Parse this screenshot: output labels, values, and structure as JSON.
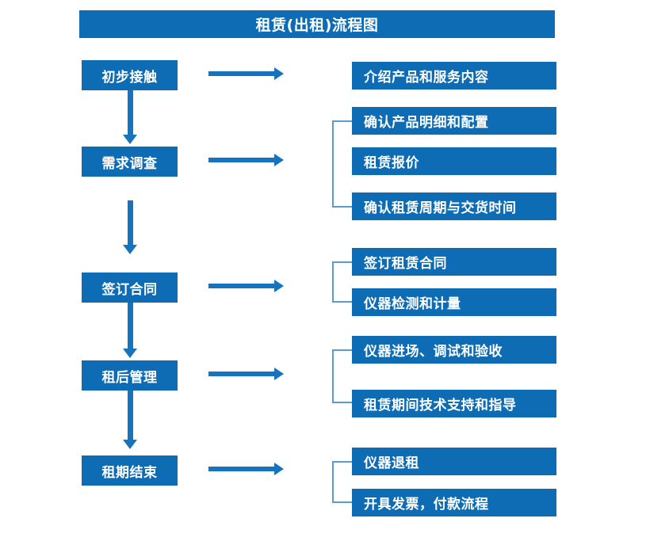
{
  "diagram": {
    "title": "租赁(出租)流程图",
    "accent_color": "#0e6cb4",
    "arrow_color": "#1574bd",
    "bracket_color": "#5b9bd0",
    "text_color": "#ffffff",
    "background_color": "#ffffff",
    "stages": [
      {
        "label": "初步接触",
        "details": [
          "介绍产品和服务内容"
        ]
      },
      {
        "label": "需求调查",
        "details": [
          "确认产品明细和配置",
          "租赁报价",
          "确认租赁周期与交货时间"
        ]
      },
      {
        "label": "签订合同",
        "details": [
          "签订租赁合同",
          "仪器检测和计量"
        ]
      },
      {
        "label": "租后管理",
        "details": [
          "仪器进场、调试和验收",
          "租赁期间技术支持和指导"
        ]
      },
      {
        "label": "租期结束",
        "details": [
          "仪器退租",
          "开具发票，付款流程"
        ]
      }
    ],
    "details_flat": [
      "介绍产品和服务内容",
      "确认产品明细和配置",
      "租赁报价",
      "确认租赁周期与交货时间",
      "签订租赁合同",
      "仪器检测和计量",
      "仪器进场、调试和验收",
      "租赁期间技术支持和指导",
      "仪器退租",
      "开具发票，付款流程"
    ]
  }
}
